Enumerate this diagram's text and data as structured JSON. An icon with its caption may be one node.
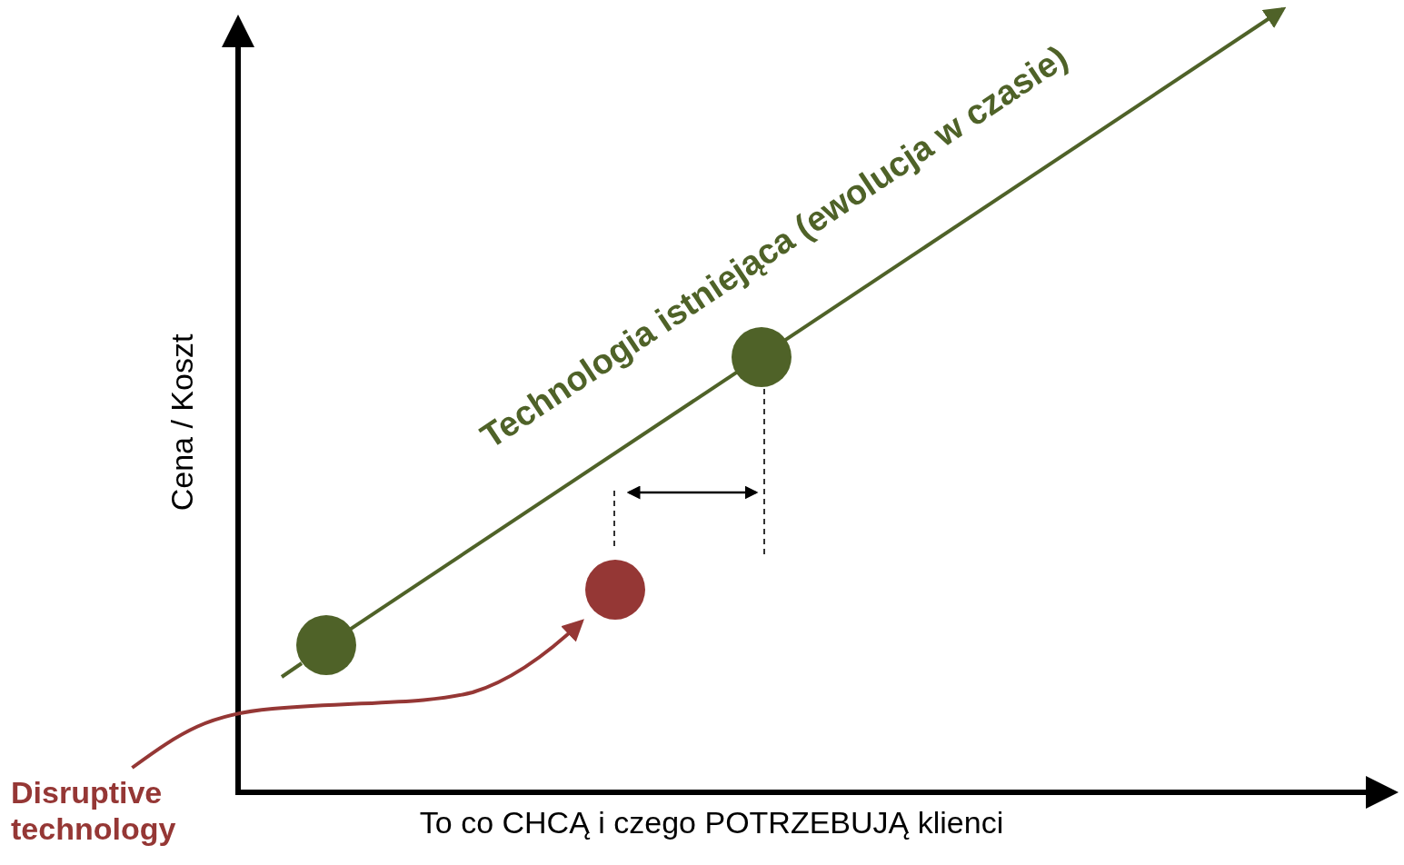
{
  "diagram": {
    "nodes": [
      {
        "text": [],
        "shape": "circle"
      },
      {
        "text": [],
        "shape": "circle"
      },
      {
        "text": [],
        "shape": "circle"
      },
      {
        "text": [
          "Disruptive technology"
        ]
      }
    ],
    "edges": [
      {
        "from": 0,
        "to": null,
        "arrow": "to",
        "label": "Technologia istniejąca (ewolucja w czasie)",
        "color": "#4f6228"
      },
      {
        "from": 3,
        "to": 2,
        "arrow": "to",
        "color": "#953735"
      }
    ],
    "labels": [
      "Cena / Koszt",
      "To co CHCĄ i czego POTRZEBUJĄ klienci"
    ]
  }
}
